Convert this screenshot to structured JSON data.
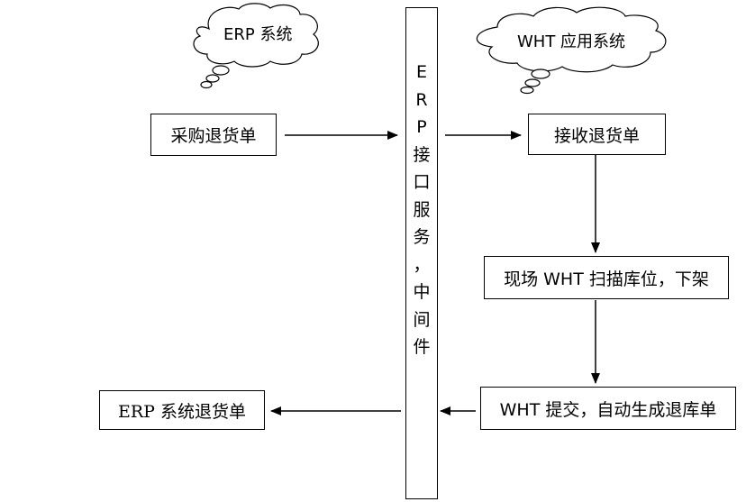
{
  "clouds": {
    "left": "ERP 系统",
    "right": "WHT 应用系统"
  },
  "middleware": {
    "chars": [
      "E",
      "R",
      "P",
      "接",
      "口",
      "服",
      "务",
      "，",
      "中",
      "间",
      "件"
    ]
  },
  "boxes": {
    "purchase_return": "采购退货单",
    "receive_return": "接收退货单",
    "scan_unshelve": "现场 WHT 扫描库位，下架",
    "submit_generate": "WHT 提交，自动生成退库单",
    "erp_return": "ERP 系统退货单"
  }
}
